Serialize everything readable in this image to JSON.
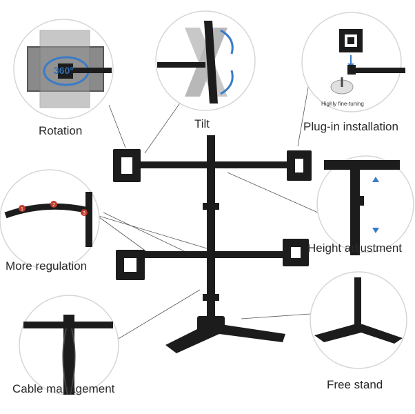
{
  "labels": {
    "rotation": "Rotation",
    "tilt": "Tilt",
    "plugin": "Plug-in installation",
    "fine_tuning": "Highly fine-tuning",
    "height": "Height adjustment",
    "more": "More regulation",
    "cable": "Cable management",
    "free": "Free stand",
    "rotation_badge": "360°"
  },
  "regulation_markers": [
    "1",
    "2",
    "3"
  ],
  "colors": {
    "mount": "#1c1c1c",
    "circle_border": "#d6d6d6",
    "accent_blue": "#3a7bc8",
    "marker_red": "#c0392b"
  }
}
